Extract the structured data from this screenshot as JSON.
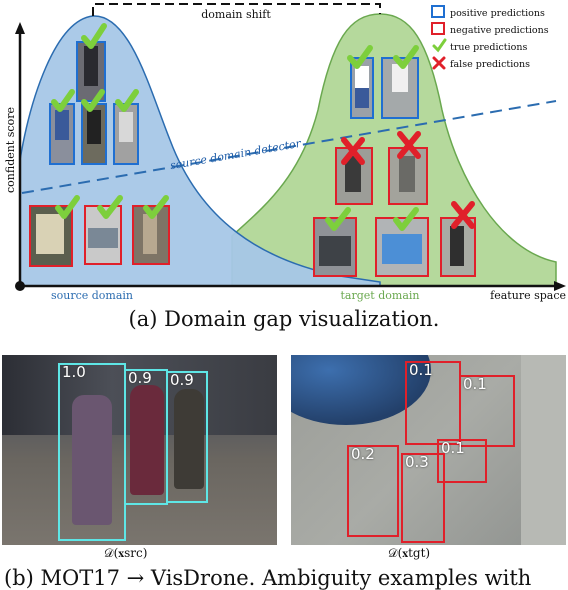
{
  "figure_a": {
    "domain_shift_label": "domain shift",
    "y_axis_label": "confident score",
    "x_axis_label": "feature space",
    "source_domain_label": "source domain",
    "target_domain_label": "target domain",
    "detector_label": "source domain detector",
    "legend": [
      {
        "label": "positive predictions",
        "icon": "blue-square-icon"
      },
      {
        "label": "negative predictions",
        "icon": "red-square-icon"
      },
      {
        "label": "true predictions",
        "icon": "green-check-icon"
      },
      {
        "label": "false predictions",
        "icon": "red-cross-icon"
      }
    ],
    "caption": "(a) Domain gap visualization.",
    "colors": {
      "source": "#a7c7e7",
      "source_edge": "#2b6cb0",
      "target": "#b5d99c",
      "target_edge": "#6aa84f",
      "positive": "#1f6fd1",
      "negative": "#e0202a",
      "check": "#7dcf3c",
      "cross": "#e0202a"
    }
  },
  "figure_b": {
    "left_scores": [
      "1.0",
      "0.9",
      "0.9"
    ],
    "right_scores": [
      "0.1",
      "0.1",
      "0.1",
      "0.2",
      "0.3"
    ],
    "left_label": "𝒟(𝐱src)",
    "right_label": "𝒟(𝐱tgt)",
    "caption": "(b) MOT17 → VisDrone. Ambiguity examples with"
  }
}
